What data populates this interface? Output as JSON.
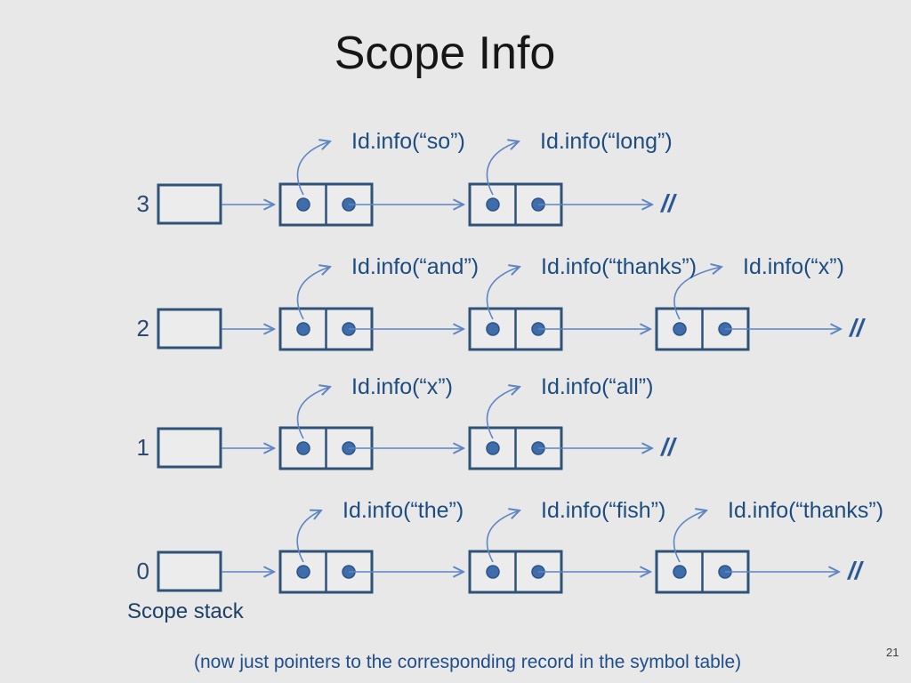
{
  "slide": {
    "title": "Scope Info",
    "caption": "(now just pointers to the corresponding record in the symbol table)",
    "page_number": "21",
    "scope_stack_label": "Scope stack",
    "null_symbol": "//"
  },
  "diagram": {
    "rows": [
      {
        "index": "3",
        "node_labels": [
          "Id.info(“so”)",
          "Id.info(“long”)"
        ]
      },
      {
        "index": "2",
        "node_labels": [
          "Id.info(“and”)",
          "Id.info(“thanks”)",
          "Id.info(“x”)"
        ]
      },
      {
        "index": "1",
        "node_labels": [
          "Id.info(“x”)",
          "Id.info(“all”)"
        ]
      },
      {
        "index": "0",
        "node_labels": [
          "Id.info(“the”)",
          "Id.info(“fish”)",
          "Id.info(“thanks”)"
        ]
      }
    ]
  },
  "colors": {
    "background": "#e9e8e8",
    "box_border": "#2e5278",
    "box_fill": "#ececec",
    "dot_fill": "#3f6cab",
    "dot_border": "#2b5589",
    "arrow": "#5e86c4",
    "node_label_text": "#1d4d80",
    "title_text": "#161616",
    "row_index_text": "#2a4a70",
    "null_text": "#2b5796",
    "scope_stack_text": "#1d4068",
    "caption_text": "#1f4e8c",
    "page_number_text": "#3b3b3b"
  }
}
